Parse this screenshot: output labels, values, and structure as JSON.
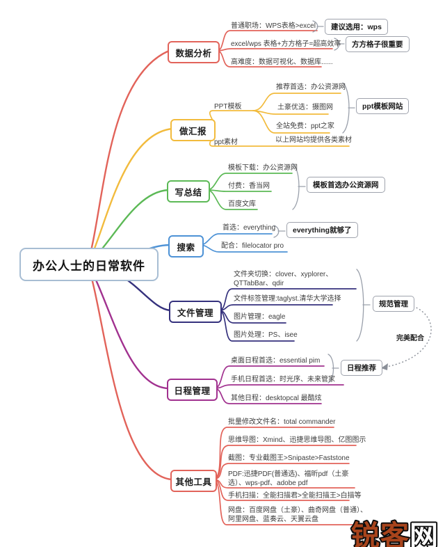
{
  "title": "办公人士的日常软件",
  "relation_label": "完美配合",
  "watermark": {
    "part1": "锐客",
    "part2": "网"
  },
  "colors": {
    "branch_red": "#e2635a",
    "branch_amber": "#f2bb3d",
    "branch_green": "#5cb956",
    "branch_blue": "#4d92d6",
    "branch_navy": "#35317d",
    "branch_magenta": "#a1318f",
    "connector_gray": "#9aa0ab",
    "central_border": "#a7bdd3",
    "watermark_orange": "#a8441c"
  },
  "branches": [
    {
      "label": "数据分析",
      "color": "#e2635a",
      "items": [
        {
          "text": "普通职场：WPS表格>excel",
          "callout": "建议选用：wps"
        },
        {
          "text": "excel/wps 表格+方方格子=超高效率",
          "callout": "方方格子很重要"
        },
        {
          "text": "高难度：数据可视化、数据库......"
        }
      ]
    },
    {
      "label": "做汇报",
      "color": "#f2bb3d",
      "items": [
        {
          "text": "PPT模板",
          "callout": "ppt模板网站",
          "children": [
            {
              "text": "推荐首选：办公资源网"
            },
            {
              "text": "土豪优选：摄图网"
            },
            {
              "text": "全站免费：ppt之家"
            }
          ]
        },
        {
          "text": "ppt素材",
          "note": "以上网站均提供各类素材"
        }
      ]
    },
    {
      "label": "写总结",
      "color": "#5cb956",
      "callout": "模板首选办公资源网",
      "items": [
        {
          "text": "模板下载：办公资源网"
        },
        {
          "text": "付费：香当网"
        },
        {
          "text": "百度文库"
        }
      ]
    },
    {
      "label": "搜索",
      "color": "#4d92d6",
      "items": [
        {
          "text": "首选：everything",
          "callout": "everything就够了"
        },
        {
          "text": "配合：filelocator pro"
        }
      ]
    },
    {
      "label": "文件管理",
      "color": "#35317d",
      "callout": "规范管理",
      "items": [
        {
          "text": "文件夹切换：clover、xyplorer、QTTabBar、qdir"
        },
        {
          "text": "文件标签管理:taglyst.清华大学选择"
        },
        {
          "text": "图片管理：eagle"
        },
        {
          "text": "图片处理：PS、isee"
        }
      ]
    },
    {
      "label": "日程管理",
      "color": "#a1318f",
      "callout": "日程推荐",
      "items": [
        {
          "text": "桌面日程首选：essential pim"
        },
        {
          "text": "手机日程首选：时光序、未来管家"
        },
        {
          "text": "其他日程：desktopcal 最酷炫"
        }
      ]
    },
    {
      "label": "其他工具",
      "color": "#e2635a",
      "items": [
        {
          "text": "批量修改文件名：total commander"
        },
        {
          "text": "思维导图：Xmind、迅捷思维导图、亿图图示"
        },
        {
          "text": "截图：专业截图王>Snipaste>Faststone"
        },
        {
          "text": "PDF:迅捷PDF(普通选)、福昕pdf（土豪选）、wps-pdf、adobe pdf"
        },
        {
          "text": "手机扫描：全能扫描君>全能扫描王>白描等"
        },
        {
          "text": "网盘：百度网盘（土豪）、曲奇网盘（普通）、阿里网盘、蓝奏云、天翼云盘"
        }
      ]
    }
  ]
}
